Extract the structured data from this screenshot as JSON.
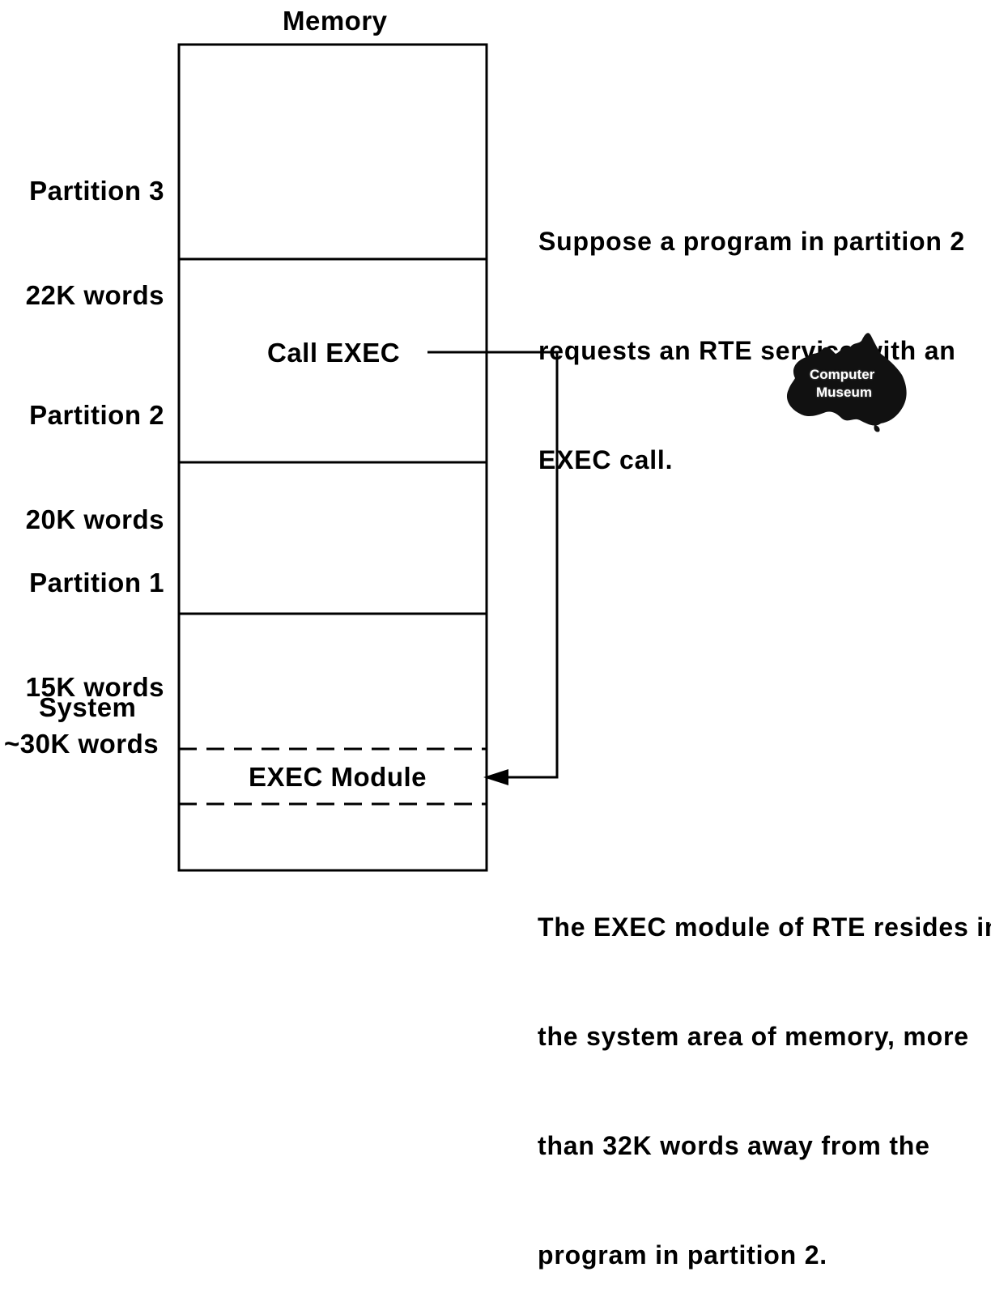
{
  "memory_title": "Memory",
  "partitions": {
    "p3": {
      "name": "Partition 3",
      "size": "22K words"
    },
    "p2": {
      "name": "Partition 2",
      "size": "20K words"
    },
    "p1": {
      "name": "Partition 1",
      "size": "15K words"
    },
    "system": {
      "name": "System",
      "size": "~30K words"
    }
  },
  "call_exec": "Call EXEC",
  "exec_module": "EXEC Module",
  "note_top": [
    "Suppose a program in partition 2",
    "requests an RTE service with an",
    "EXEC call."
  ],
  "note_bottom": [
    "The EXEC module of RTE resides in",
    "the system area of memory, more",
    "than 32K words away from the",
    "program in partition 2."
  ],
  "logo": {
    "line1": "Computer",
    "line2": "Museum"
  }
}
